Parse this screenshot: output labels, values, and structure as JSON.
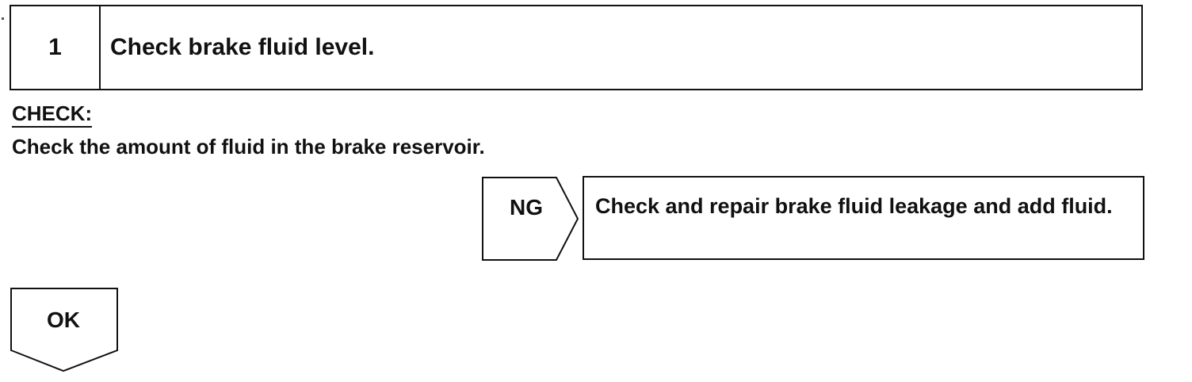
{
  "step": {
    "number": "1",
    "title": "Check brake fluid level."
  },
  "check": {
    "heading": "CHECK:",
    "text": "Check the amount of fluid in the brake reservoir."
  },
  "ng_branch": {
    "label": "NG",
    "result": "Check and repair brake fluid leakage and add fluid."
  },
  "ok_branch": {
    "label": "OK"
  }
}
